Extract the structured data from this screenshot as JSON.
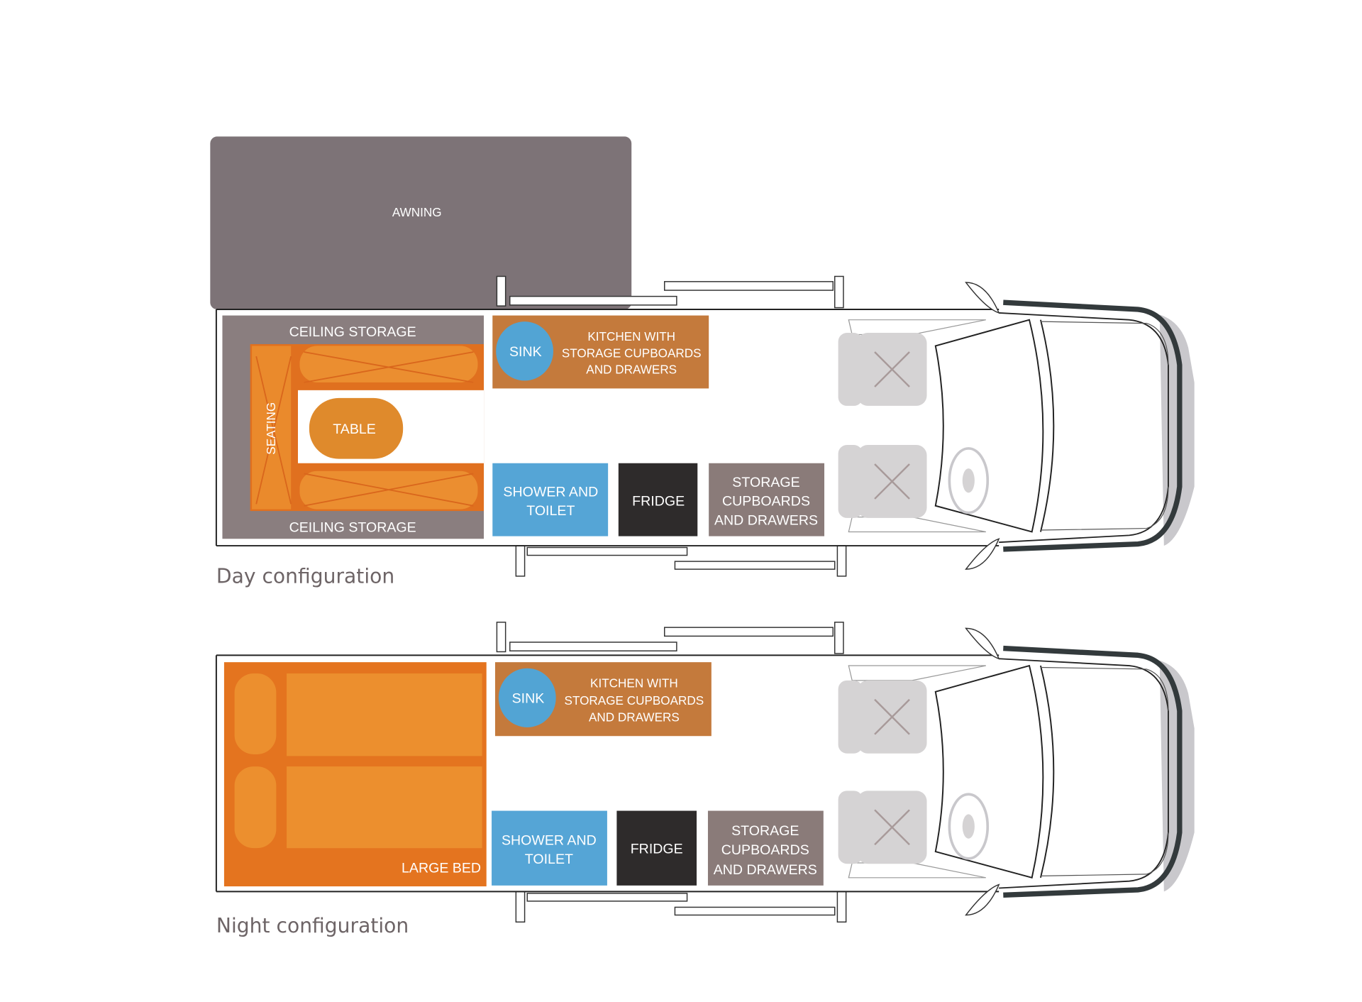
{
  "awning": "AWNING",
  "day": {
    "caption": "Day configuration",
    "ceiling_storage_top": "CEILING STORAGE",
    "ceiling_storage_bottom": "CEILING STORAGE",
    "seating": "SEATING",
    "table": "TABLE",
    "sink": "SINK",
    "kitchen": [
      "KITCHEN WITH",
      "STORAGE CUPBOARDS",
      "AND DRAWERS"
    ],
    "shower": [
      "SHOWER AND",
      "TOILET"
    ],
    "fridge": "FRIDGE",
    "storage": [
      "STORAGE",
      "CUPBOARDS",
      "AND DRAWERS"
    ]
  },
  "night": {
    "caption": "Night configuration",
    "bed": "LARGE BED",
    "sink": "SINK",
    "kitchen": [
      "KITCHEN WITH",
      "STORAGE CUPBOARDS",
      "AND DRAWERS"
    ],
    "shower": [
      "SHOWER AND",
      "TOILET"
    ],
    "fridge": "FRIDGE",
    "storage": [
      "STORAGE",
      "CUPBOARDS",
      "AND DRAWERS"
    ]
  },
  "colors": {
    "awning": "#7d7377",
    "storage_grey": "#8a7e7f",
    "orange": "#e8892a",
    "kitchen": "#c47a3c",
    "blue": "#52a4d4",
    "fridge": "#2e2b2b"
  }
}
